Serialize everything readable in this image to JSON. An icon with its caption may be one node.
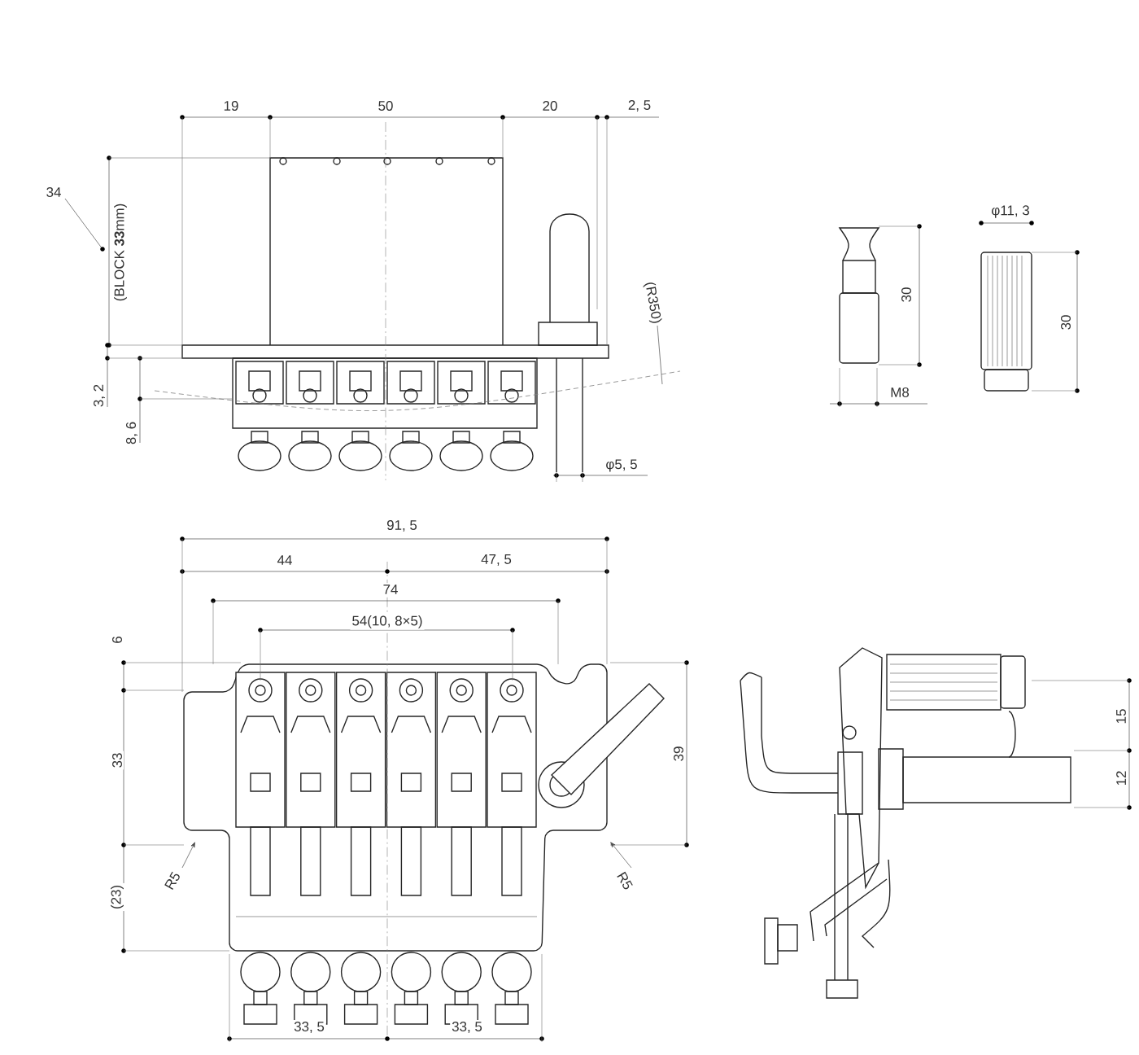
{
  "diagram": {
    "labels": [
      "19",
      "50",
      "20",
      "2, 5",
      "34",
      "(BLOCK **33**mm)",
      "(R350)",
      "3, 2",
      "8, 6",
      "φ5, 5",
      "30",
      "M8",
      "φ11, 3",
      "30",
      "91, 5",
      "44",
      "47, 5",
      "74",
      "54(10, 8×5)",
      "6",
      "33",
      "39",
      "R5",
      "R5",
      "(23)",
      "33, 5",
      "33, 5",
      "15",
      "12"
    ]
  }
}
